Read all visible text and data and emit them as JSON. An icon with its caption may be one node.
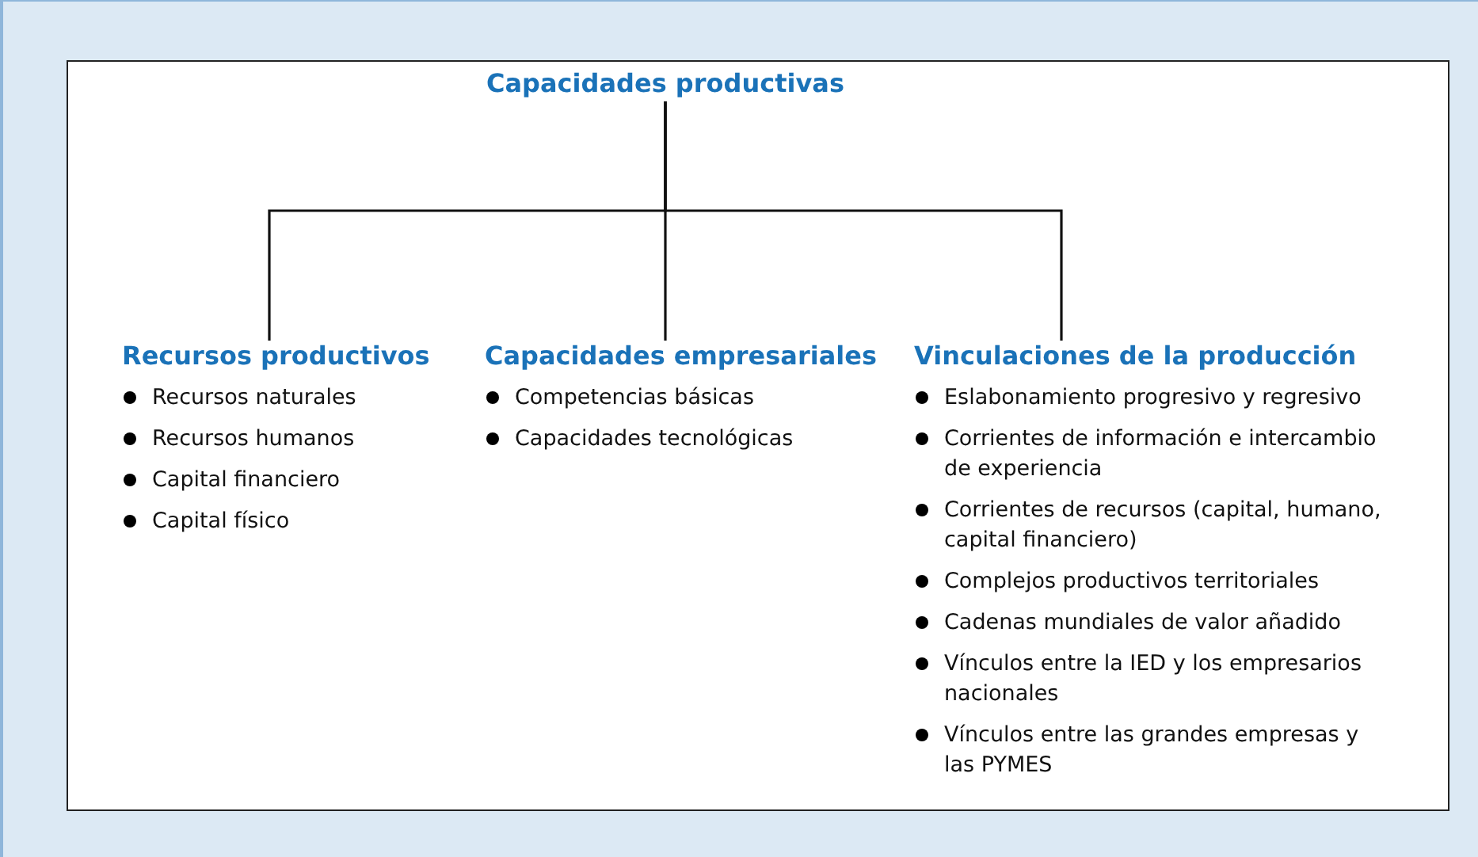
{
  "diagram": {
    "nodes": [
      {
        "text": [
          "Capacidades productivas"
        ]
      },
      {
        "text": [
          "Recursos productivos",
          "Recursos naturales",
          "Recursos humanos",
          "Capital financiero",
          "Capital físico"
        ]
      },
      {
        "text": [
          "Capacidades empresariales",
          "Competencias básicas",
          "Capacidades tecnológicas"
        ]
      },
      {
        "text": [
          "Vinculaciones de la producción",
          "Eslabonamiento progresivo y regresivo",
          "Corrientes de información e intercambio de experiencia",
          "Corrientes de recursos (capital, humano, capital financiero)",
          "Complejos productivos territoriales",
          "Cadenas mundiales de valor añadido",
          "Vínculos entre la IED y los empresarios nacionales",
          "Vínculos entre las grandes empresas y las PYMES"
        ]
      }
    ],
    "edges": [
      {
        "from": 0,
        "to": 1,
        "arrow": "none"
      },
      {
        "from": 0,
        "to": 2,
        "arrow": "none"
      },
      {
        "from": 0,
        "to": 3,
        "arrow": "none"
      }
    ]
  }
}
